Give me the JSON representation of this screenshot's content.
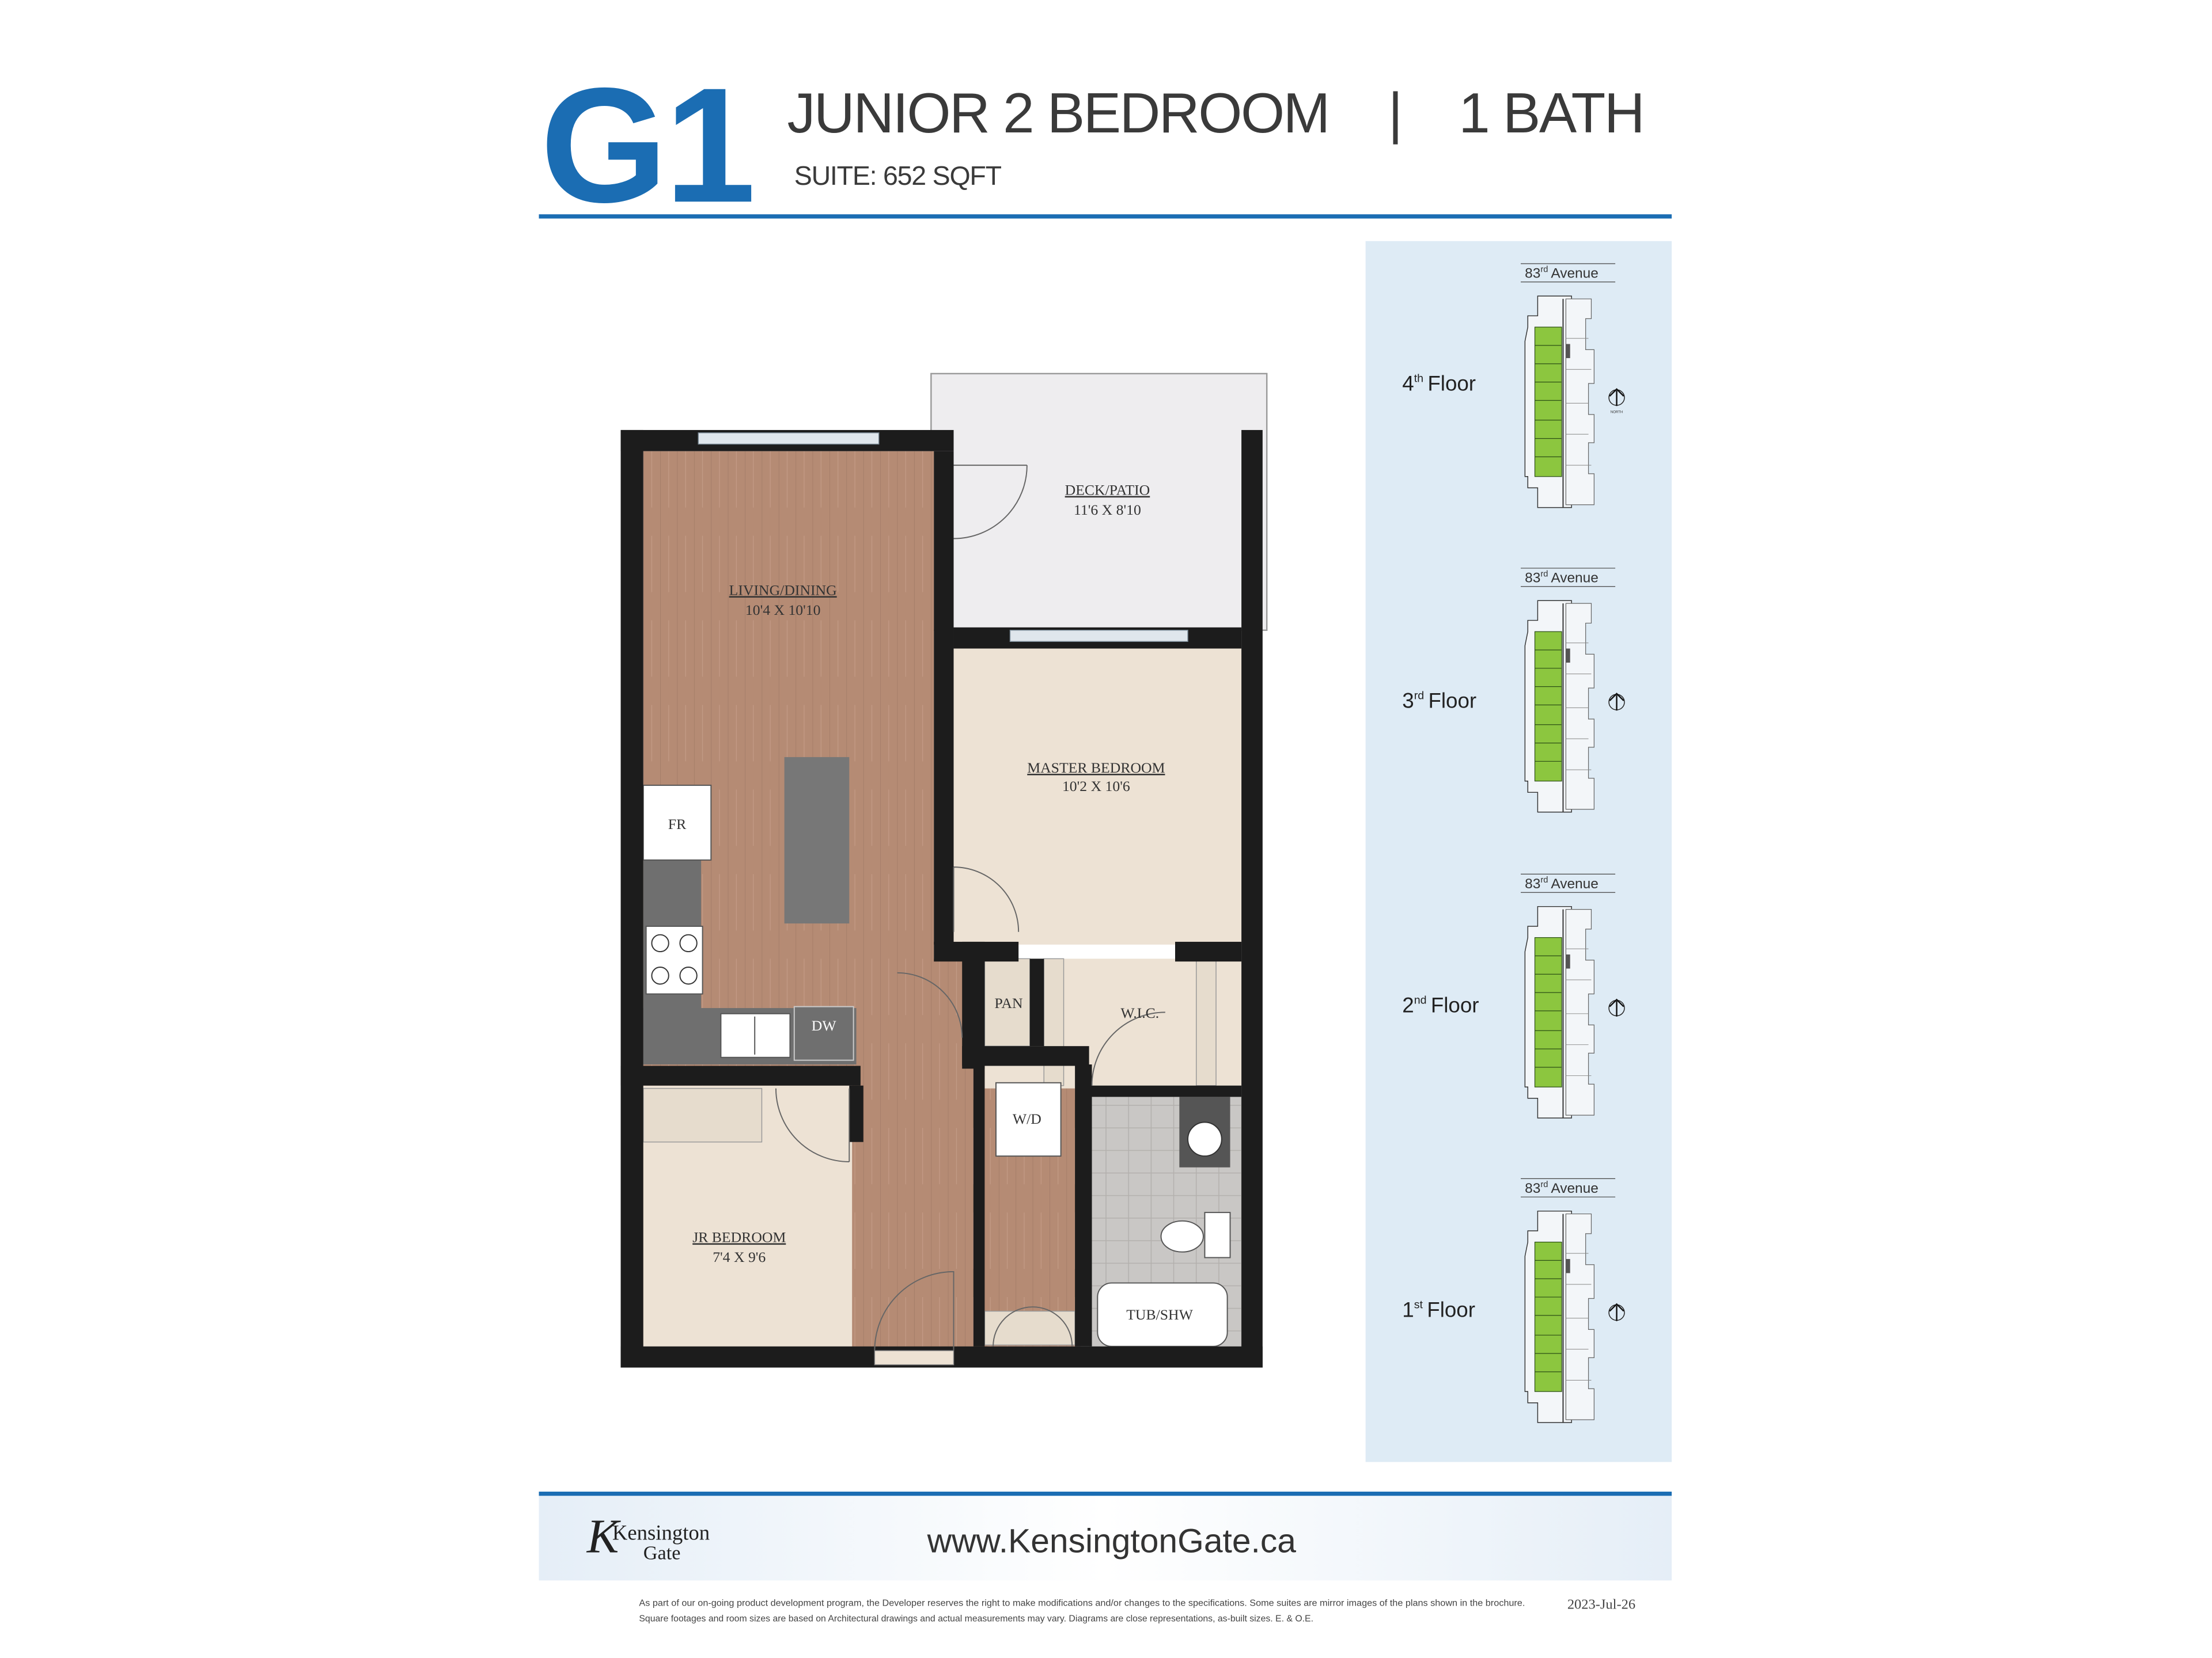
{
  "header": {
    "unit_code": "G1",
    "unit_type": "JUNIOR 2 BEDROOM",
    "separator": "|",
    "baths": "1 BATH",
    "suite_size": "SUITE: 652 SQFT"
  },
  "colors": {
    "brand_blue": "#1b6db3",
    "key_panel": "#deebf5",
    "highlight_green": "#8cc63f",
    "wall": "#1c1c1c",
    "wood_floor": "#b58b74",
    "carpet": "#ede2d4"
  },
  "floor_plan": {
    "rooms": [
      {
        "name": "LIVING/DINING",
        "size": "10'4 X 10'10"
      },
      {
        "name": "DECK/PATIO",
        "size": "11'6 X 8'10"
      },
      {
        "name": "MASTER BEDROOM",
        "size": "10'2 X 10'6"
      },
      {
        "name": "JR BEDROOM",
        "size": "7'4 X 9'6"
      }
    ],
    "fixtures": {
      "fridge": "FR",
      "dishwasher": "DW",
      "pantry": "PAN",
      "walk_in_closet": "W.I.C.",
      "washer_dryer": "W/D",
      "tub": "TUB/SHW"
    }
  },
  "key_plans": [
    {
      "num": "4",
      "sup": "th",
      "word": "Floor",
      "street_num": "83",
      "street_sup": "rd",
      "street_word": "Avenue"
    },
    {
      "num": "3",
      "sup": "rd",
      "word": "Floor",
      "street_num": "83",
      "street_sup": "rd",
      "street_word": "Avenue"
    },
    {
      "num": "2",
      "sup": "nd",
      "word": "Floor",
      "street_num": "83",
      "street_sup": "rd",
      "street_word": "Avenue"
    },
    {
      "num": "1",
      "sup": "st",
      "word": "Floor",
      "street_num": "83",
      "street_sup": "rd",
      "street_word": "Avenue"
    }
  ],
  "north_label": "NORTH",
  "footer": {
    "logo_line1": "Kensington",
    "logo_line2": "Gate",
    "url": "www.KensingtonGate.ca",
    "disclaimer_line1": "As part of our on-going product development program, the Developer reserves the right to make modifications and/or changes to the specifications. Some suites are mirror images of the plans shown in the brochure.",
    "disclaimer_line2": "Square footages and room sizes are based on Architectural drawings and actual measurements may vary. Diagrams are close representations, as-built sizes. E. & O.E.",
    "date": "2023-Jul-26"
  }
}
